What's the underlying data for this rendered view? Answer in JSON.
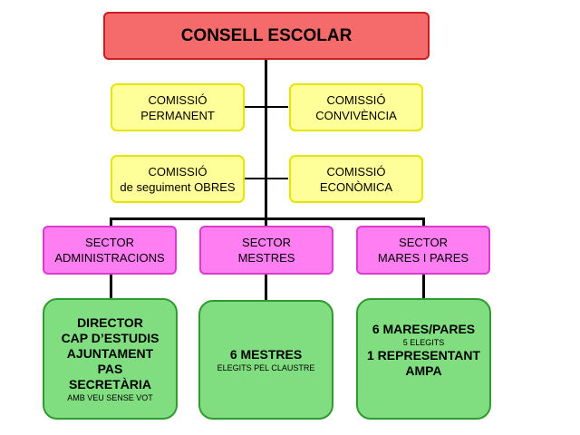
{
  "root": {
    "label": "CONSELL ESCOLAR"
  },
  "commissions": [
    {
      "line1": "COMISSIÓ",
      "line2": "PERMANENT"
    },
    {
      "line1": "COMISSIÓ",
      "line2": "CONVIVÈNCIA"
    },
    {
      "line1": "COMISSIÓ",
      "line2": "de seguiment OBRES"
    },
    {
      "line1": "COMISSIÓ",
      "line2": "ECONÒMICA"
    }
  ],
  "sectors": [
    {
      "line1": "SECTOR",
      "line2": "ADMINISTRACIONS"
    },
    {
      "line1": "SECTOR",
      "line2": "MESTRES"
    },
    {
      "line1": "SECTOR",
      "line2": "MARES I PARES"
    }
  ],
  "members": {
    "administracions": {
      "items": [
        "DIRECTOR",
        "CAP D’ESTUDIS",
        "AJUNTAMENT",
        "PAS",
        "SECRETÀRIA"
      ],
      "note": "AMB VEU SENSE VOT"
    },
    "mestres": {
      "title": "6 MESTRES",
      "note": "ELEGITS PEL CLAUSTRE"
    },
    "mares_pares": {
      "title": "6 MARES/PARES",
      "sub": "5 ELEGITS",
      "extra1": "1 REPRESENTANT",
      "extra2": "AMPA"
    }
  },
  "colors": {
    "root_fill": "#f56b6b",
    "commission_fill": "#ffff99",
    "sector_fill": "#ff7ff2",
    "members_fill": "#80dd80"
  }
}
